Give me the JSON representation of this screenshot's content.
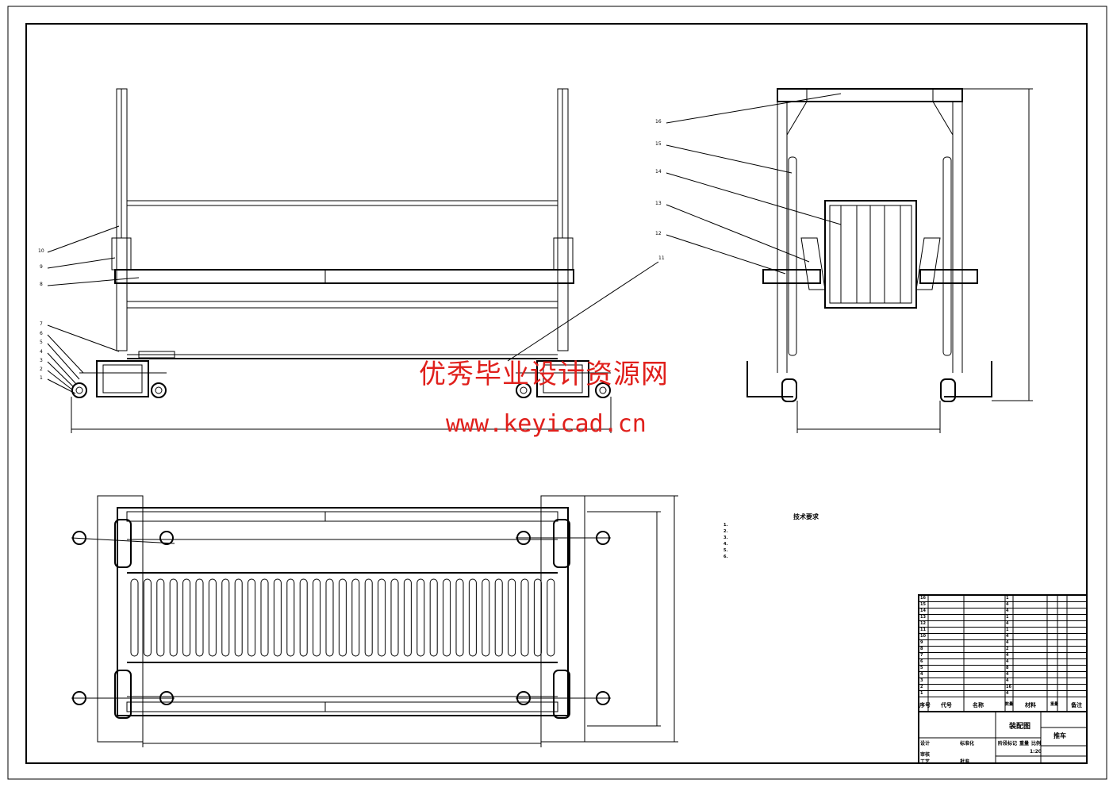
{
  "watermark": {
    "title": "优秀毕业设计资源网",
    "url": "www.keyicad.cn",
    "color": "#e0201c"
  },
  "front_view": {
    "leader_labels": [
      "10",
      "9",
      "8",
      "7",
      "6",
      "5",
      "4",
      "3",
      "2",
      "1"
    ],
    "right_label": "11"
  },
  "side_view": {
    "leader_labels": [
      "16",
      "15",
      "14",
      "13",
      "12"
    ]
  },
  "technical_requirements": {
    "title": "技术要求",
    "lines": [
      "1.",
      "2.",
      "3.",
      "4.",
      "5.",
      "6."
    ]
  },
  "parts_list": {
    "rows": [
      {
        "no": "16",
        "qty": "1"
      },
      {
        "no": "15",
        "qty": "4"
      },
      {
        "no": "14",
        "qty": "4"
      },
      {
        "no": "13",
        "qty": "1"
      },
      {
        "no": "12",
        "qty": "4"
      },
      {
        "no": "11",
        "qty": "1"
      },
      {
        "no": "10",
        "qty": "4"
      },
      {
        "no": "9",
        "qty": "4"
      },
      {
        "no": "8",
        "qty": "2"
      },
      {
        "no": "7",
        "qty": "4"
      },
      {
        "no": "6",
        "qty": "4"
      },
      {
        "no": "5",
        "qty": "8"
      },
      {
        "no": "4",
        "qty": "4"
      },
      {
        "no": "3",
        "qty": "4"
      },
      {
        "no": "2",
        "qty": "16"
      },
      {
        "no": "1",
        "qty": "4"
      }
    ],
    "headers": {
      "no": "序号",
      "code": "代号",
      "name": "名称",
      "qty": "数量",
      "material": "材料",
      "weight": "重量",
      "note": "备注"
    }
  },
  "title_block": {
    "drawing_type": "装配图",
    "title": "推车",
    "scale": "1:20",
    "labels": {
      "design": "设计",
      "review": "审核",
      "process": "工艺",
      "approve": "批准",
      "standard": "标准化",
      "stage": "阶段标记",
      "weight": "重量",
      "ratio": "比例"
    }
  }
}
